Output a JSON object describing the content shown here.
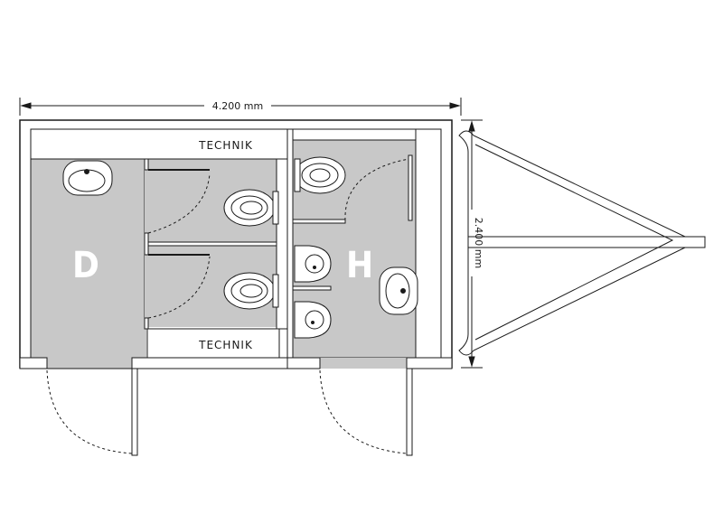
{
  "dimensions": {
    "width_label": "4.200 mm",
    "depth_label": "2.400 mm"
  },
  "rooms": {
    "ladies_label": "D",
    "gents_label": "H",
    "technik_top_label": "TECHNIK",
    "technik_bottom_label": "TECHNIK"
  },
  "colors": {
    "floor": "#c8c8c8",
    "wall": "#ffffff",
    "line": "#1a1a1a"
  },
  "fixtures": {
    "ladies_toilets": 2,
    "ladies_sinks": 1,
    "gents_toilets": 1,
    "gents_urinals": 2,
    "gents_sinks": 1
  }
}
